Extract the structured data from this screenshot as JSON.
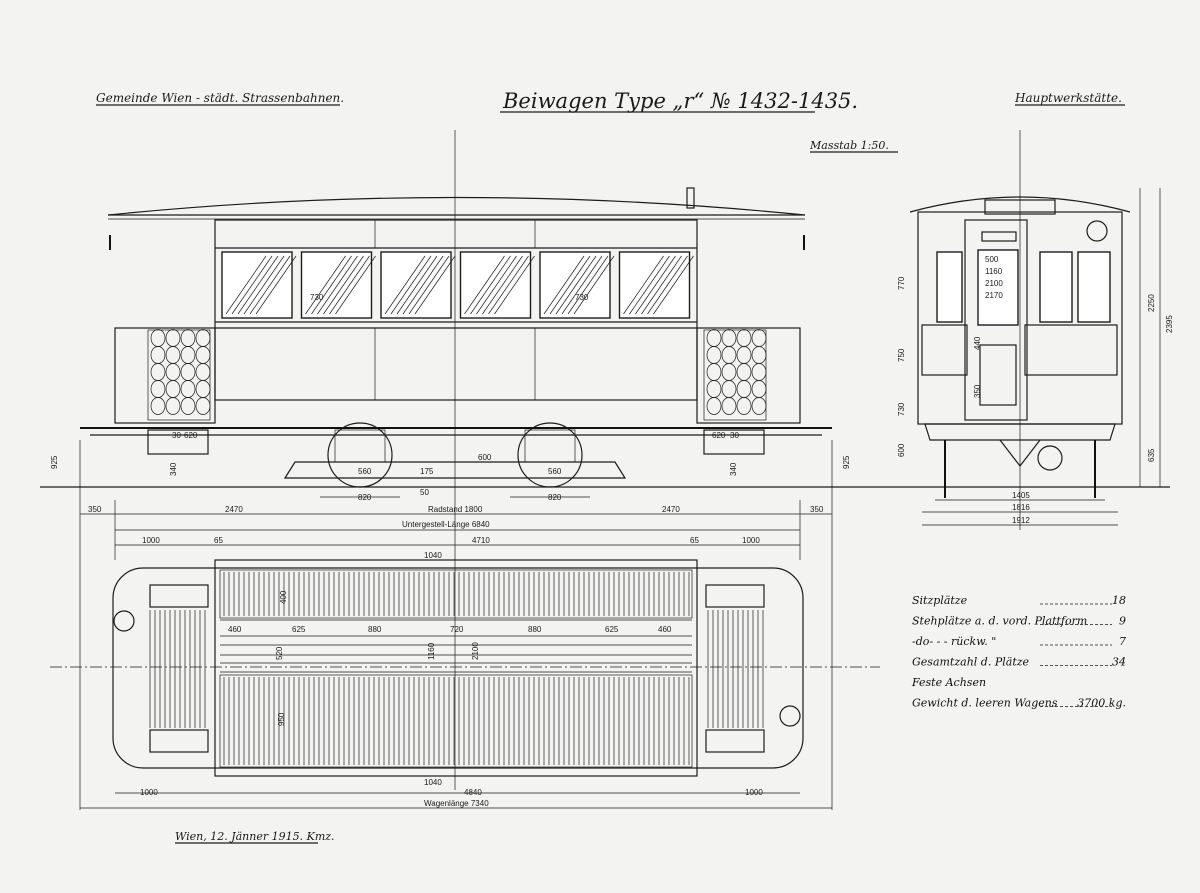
{
  "header": {
    "left": "Gemeinde Wien - städt. Strassenbahnen.",
    "title": "Beiwagen Type „r“ № 1432-1435.",
    "right": "Hauptwerkstätte.",
    "scale": "Masstab 1:50."
  },
  "side_view": {
    "window_dims": [
      "730",
      "730"
    ],
    "platform_dims": [
      "30",
      "620",
      "620",
      "30"
    ],
    "height_dims": [
      "925",
      "925"
    ],
    "step_dims": [
      "340",
      "340"
    ],
    "truck_dims": [
      "560",
      "175",
      "600",
      "560",
      "820",
      "820",
      "50"
    ],
    "wheelbase": [
      "350",
      "2470",
      "Radstand 1800",
      "2470",
      "350"
    ],
    "underframe_length": "Untergestell-Länge 6840",
    "platform_lengths": [
      "1000",
      "65",
      "4710",
      "65",
      "1000"
    ]
  },
  "end_view": {
    "door_dims": [
      "500",
      "1160",
      "2100",
      "2170"
    ],
    "left_heights": [
      "770",
      "750",
      "730",
      "600"
    ],
    "right_heights": [
      "2250",
      "2395",
      "635"
    ],
    "widths": [
      "1405",
      "1816",
      "1912"
    ],
    "misc": [
      "440",
      "350"
    ]
  },
  "plan_view": {
    "row_dims": [
      "460",
      "625",
      "880",
      "720",
      "880",
      "625",
      "460"
    ],
    "vertical_dims": [
      "400",
      "520",
      "1160",
      "2100",
      "950"
    ],
    "top_dims": [
      "1040"
    ],
    "bottom_dims": [
      "1000",
      "1040",
      "4840",
      "1000"
    ],
    "total_length": "Wagenlänge 7340"
  },
  "seat_table": {
    "rows": [
      {
        "label": "Sitzplätze",
        "value": "18"
      },
      {
        "label": "Stehplätze a. d. vord. Plattform",
        "value": "9"
      },
      {
        "label": "-do-   - - rückw.   \"",
        "value": "7"
      },
      {
        "label": "Gesamtzahl d. Plätze",
        "value": "34"
      },
      {
        "label": "Feste Achsen",
        "value": ""
      },
      {
        "label": "Gewicht d. leeren Wagens",
        "value": "3700 kg."
      }
    ]
  },
  "footer": {
    "date": "Wien, 12. Jänner 1915. Kmz."
  }
}
